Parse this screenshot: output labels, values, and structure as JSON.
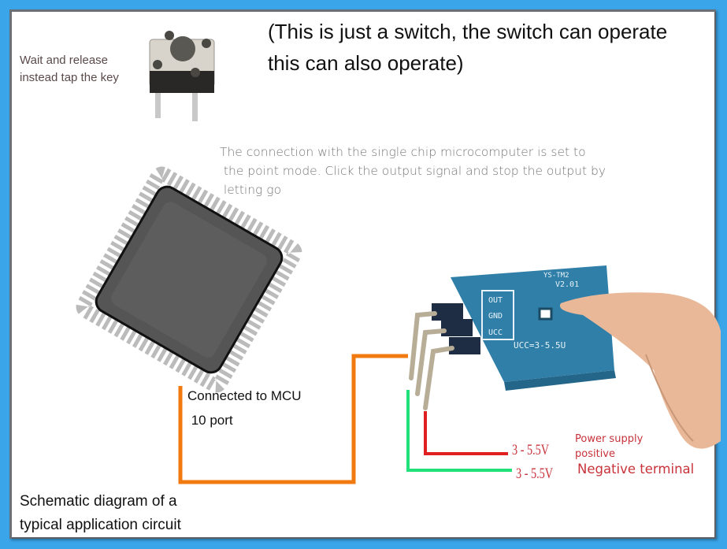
{
  "header": {
    "note": "(This is just a switch, the switch can operate\nthis can also operate)"
  },
  "key_label": "Wait and release\ninstead tap the key",
  "connection_note": "The connection with the single chip microcomputer is set to\n the point mode. Click the output signal and stop the output by\n letting go",
  "mcu_label": "Connected to MCU\n 10 port",
  "caption": "Schematic diagram of a\ntypical application circuit",
  "module": {
    "model": "YS-TM2",
    "version": "V2.01",
    "pins": [
      "OUT",
      "GND",
      "UCC"
    ],
    "supply_marking": "UCC=3-5.5U"
  },
  "wires": {
    "power": {
      "voltage": "3 - 5.5V",
      "label": "Power supply\npositive",
      "color": "#e02020"
    },
    "negative": {
      "voltage": "3 - 5.5V",
      "label": "Negative terminal",
      "color": "#22e07a"
    },
    "signal": {
      "color": "#f07a10"
    }
  },
  "colors": {
    "frame": "#3aa5e8",
    "pcb": "#2f7fa8",
    "label_text": "#c8323a"
  }
}
